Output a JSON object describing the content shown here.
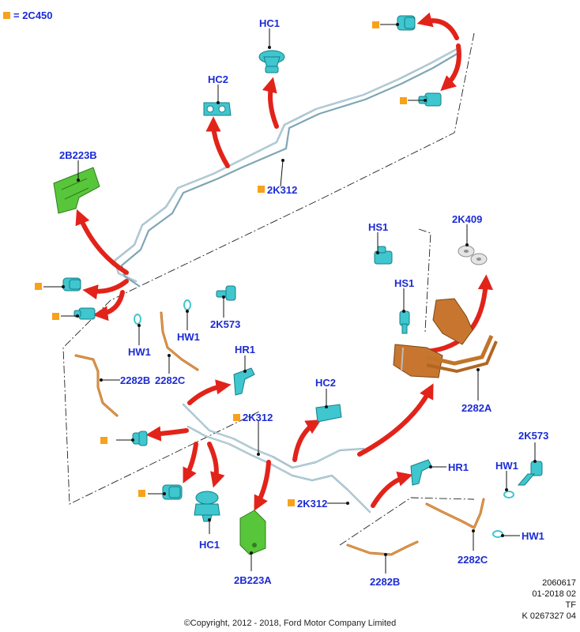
{
  "legend": {
    "swatch_color": "#f7a21b",
    "text": "= 2C450"
  },
  "labels": {
    "hc1_top": "HC1",
    "hc2_top": "HC2",
    "b2b223b": "2B223B",
    "k2k312_top": "2K312",
    "hs1_a": "HS1",
    "hs1_b": "HS1",
    "k2k409": "2K409",
    "k2k573_top": "2K573",
    "hw1_a": "HW1",
    "hw1_b": "HW1",
    "h2282b_top": "2282B",
    "h2282c_top": "2282C",
    "hr1_top": "HR1",
    "k2k312_mid": "2K312",
    "hc2_mid": "HC2",
    "h2282a": "2282A",
    "hc1_bottom": "HC1",
    "b2b223a": "2B223A",
    "k2k312_bottom": "2K312",
    "hr1_bottom": "HR1",
    "k2k573_right": "2K573",
    "hw1_c": "HW1",
    "hw1_d": "HW1",
    "h2282c_bottom": "2282C",
    "h2282b_bottom": "2282B"
  },
  "meta": {
    "line1": "2060617",
    "line2": "01-2018 02",
    "line3": "TF",
    "line4": "K 0267327 04"
  },
  "copyright": "©Copyright, 2012 - 2018, Ford Motor Company Limited",
  "colors": {
    "label": "#1c2bd6",
    "arrow": "#e2231a",
    "pipe": "#7fa6b4",
    "hose": "#c27428",
    "part_cyan": "#3fc6cf",
    "part_green": "#58c63a",
    "bracket_copper": "#c8762f",
    "marker_orange": "#f7a21b"
  }
}
